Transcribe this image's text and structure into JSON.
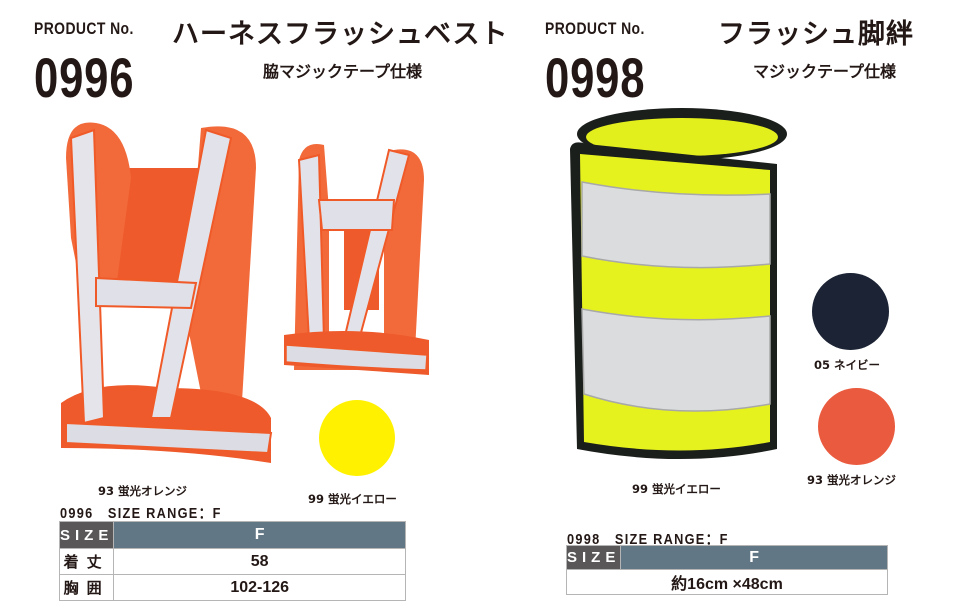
{
  "products": [
    {
      "label": "PRODUCT No.",
      "number": "0996",
      "title": "ハーネスフラッシュベスト",
      "subtitle": "脇マジックテープ仕様",
      "colors": [
        {
          "code_label": "93 蛍光オレンジ",
          "hex": "#f05a28"
        },
        {
          "code_label": "99 蛍光イエロー",
          "hex": "#fff100"
        }
      ],
      "size_range": "0996   SIZE RANGE：F",
      "table": {
        "header": {
          "label": "SIZE",
          "value": "F"
        },
        "rows": [
          {
            "label": "着丈",
            "value": "58"
          },
          {
            "label": "胸囲",
            "value": "102-126"
          }
        ]
      }
    },
    {
      "label": "PRODUCT No.",
      "number": "0998",
      "title": "フラッシュ脚絆",
      "subtitle": "マジックテープ仕様",
      "colors": [
        {
          "code_label": "99 蛍光イエロー",
          "hex": "#e6f21e"
        },
        {
          "code_label": "05 ネイビー",
          "hex": "#1b2334"
        },
        {
          "code_label": "93 蛍光オレンジ",
          "hex": "#ea5a3e"
        }
      ],
      "size_range": "0998   SIZE RANGE：F",
      "table": {
        "header": {
          "label": "SIZE",
          "value": "F"
        },
        "rows": [
          {
            "value": "約16cm  ×48cm"
          }
        ]
      }
    }
  ],
  "palette": {
    "header_dark": "#595757",
    "header_blue": "#617786",
    "text": "#231815"
  }
}
